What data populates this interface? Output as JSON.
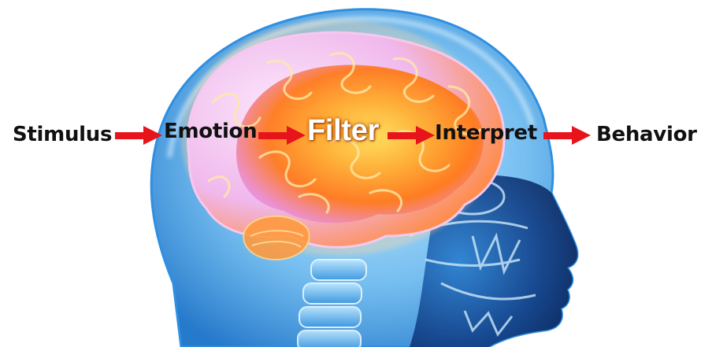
{
  "flow": {
    "steps": [
      {
        "label": "Stimulus"
      },
      {
        "label": "Emotion"
      },
      {
        "label": "Filter",
        "emphasis": true
      },
      {
        "label": "Interpret"
      },
      {
        "label": "Behavior"
      }
    ],
    "arrow_color": "#e8141b"
  },
  "illustration": {
    "subject": "glowing-brain-in-transparent-head-icon",
    "colors": {
      "head": "#4aa7e8",
      "brain_core": "#ff8a1c",
      "brain_outer": "#f2c7ef"
    }
  }
}
